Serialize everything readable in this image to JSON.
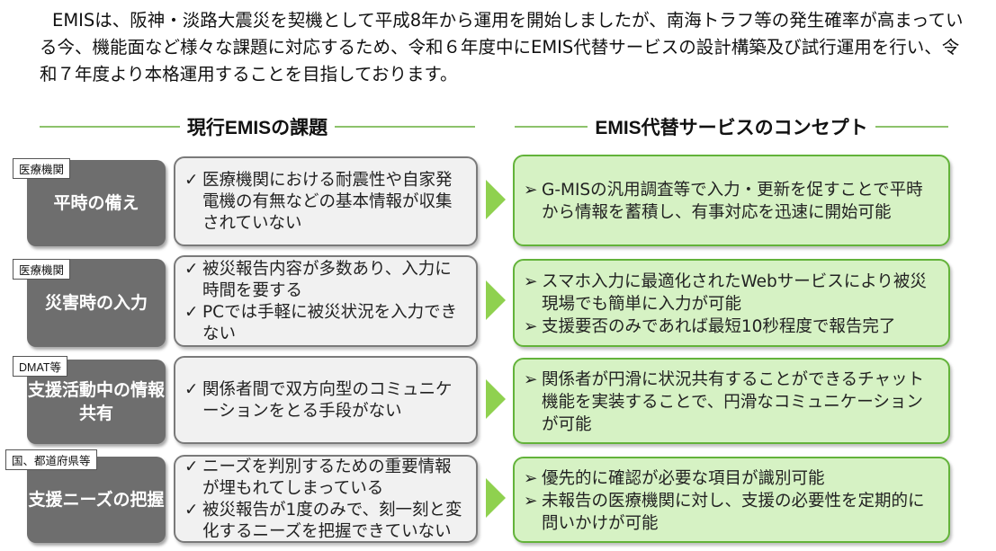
{
  "intro": "EMISは、阪神・淡路大震災を契機として平成8年から運用を開始しましたが、南海トラフ等の発生確率が高まっている今、機能面など様々な課題に対応するため、令和６年度中にEMIS代替サービスの設計構築及び試行運用を行い、令和７年度より本格運用することを目指しております。",
  "headings": {
    "left": "現行EMISの課題",
    "right": "EMIS代替サービスのコンセプト"
  },
  "markers": {
    "check": "✓",
    "arrow": "➢"
  },
  "rows": [
    {
      "tag": "医療機関",
      "category": "平時の備え",
      "issues": [
        "医療機関における耐震性や自家発電機の有無などの基本情報が収集されていない"
      ],
      "concepts": [
        "G-MISの汎用調査等で入力・更新を促すことで平時から情報を蓄積し、有事対応を迅速に開始可能"
      ]
    },
    {
      "tag": "医療機関",
      "category": "災害時の入力",
      "issues": [
        "被災報告内容が多数あり、入力に時間を要する",
        "PCでは手軽に被災状況を入力できない"
      ],
      "concepts": [
        "スマホ入力に最適化されたWebサービスにより被災現場でも簡単に入力が可能",
        "支援要否のみであれば最短10秒程度で報告完了"
      ]
    },
    {
      "tag": "DMAT等",
      "category": "支援活動中の情報共有",
      "issues": [
        "関係者間で双方向型のコミュニケーションをとる手段がない"
      ],
      "concepts": [
        "関係者が円滑に状況共有することができるチャット機能を実装することで、円滑なコミュニケーションが可能"
      ]
    },
    {
      "tag": "国、都道府県等",
      "category": "支援ニーズの把握",
      "issues": [
        "ニーズを判別するための重要情報が埋もれてしまっている",
        "被災報告が1度のみで、刻一刻と変化するニーズを把握できていない"
      ],
      "concepts": [
        "優先的に確認が必要な項目が識別可能",
        "未報告の医療機関に対し、支援の必要性を定期的に問いかけが可能"
      ]
    }
  ]
}
